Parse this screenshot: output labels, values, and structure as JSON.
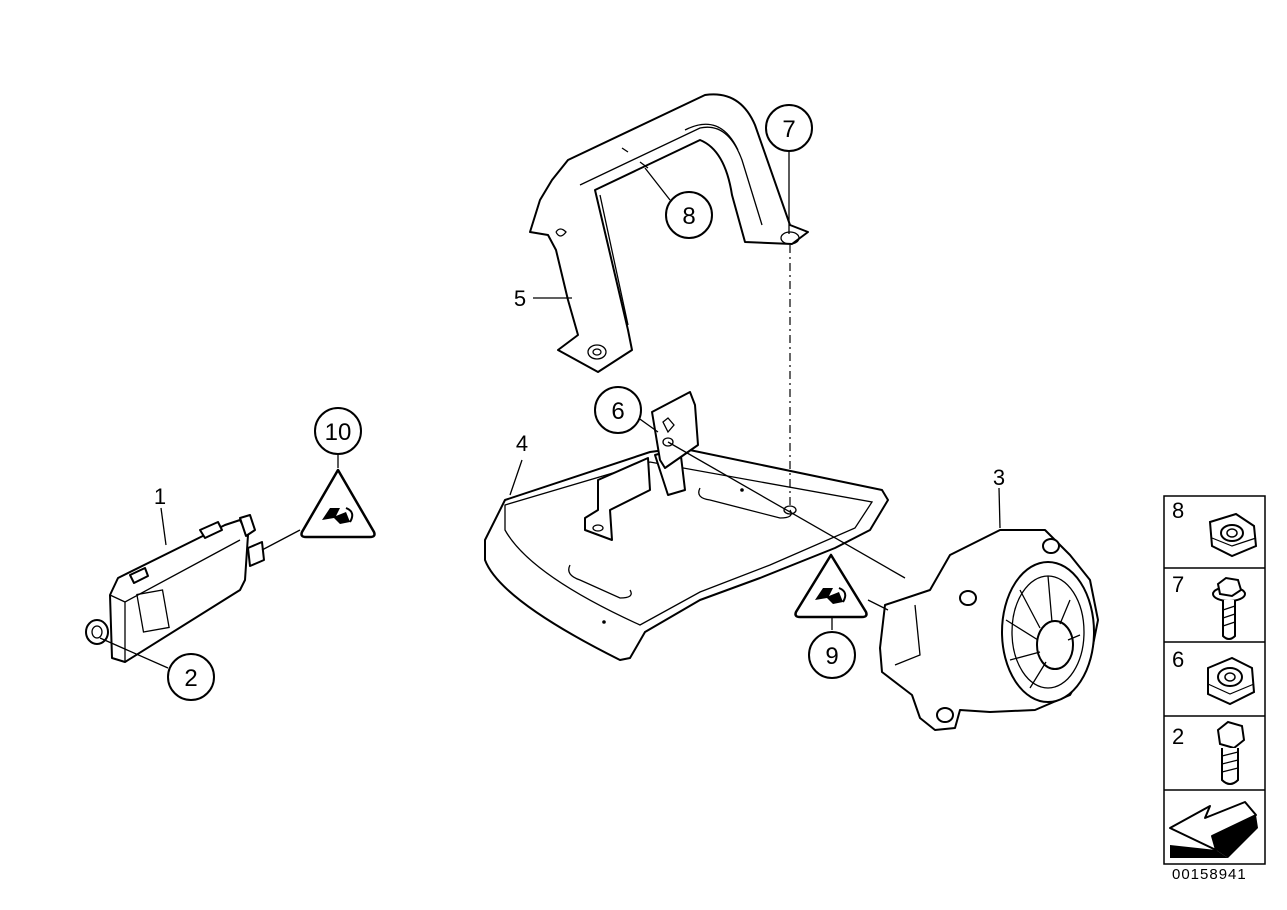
{
  "callouts": {
    "c1": "1",
    "c2": "2",
    "c3": "3",
    "c4": "4",
    "c5": "5",
    "c6": "6",
    "c7": "7",
    "c8": "8",
    "c9": "9",
    "c10": "10"
  },
  "legend": [
    {
      "number": "8",
      "icon": "hex-nut-icon"
    },
    {
      "number": "7",
      "icon": "flange-bolt-icon"
    },
    {
      "number": "6",
      "icon": "hex-nut-icon"
    },
    {
      "number": "2",
      "icon": "hex-bolt-icon"
    }
  ],
  "reference_number": "00158941"
}
